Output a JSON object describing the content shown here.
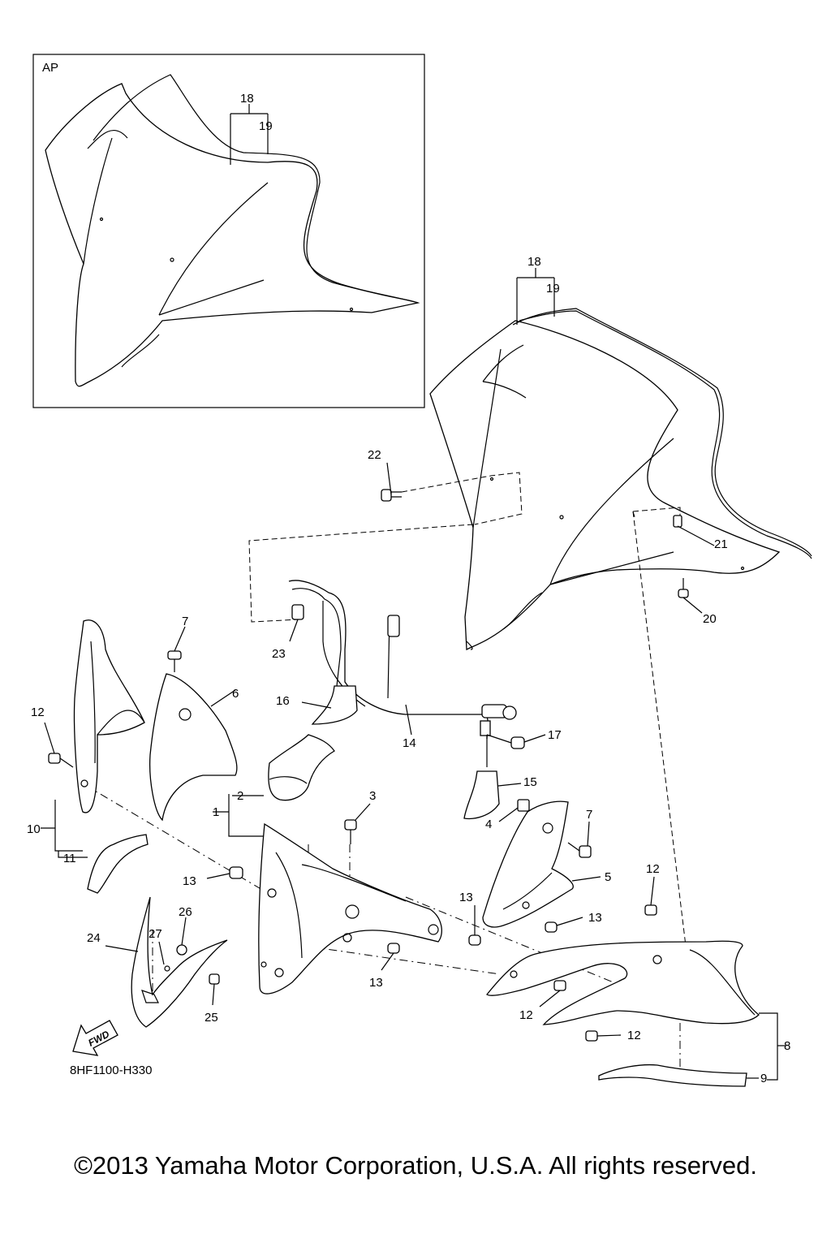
{
  "diagram": {
    "inset_label": "AP",
    "drawing_code": "8HF1100-H330",
    "fwd_label": "FWD",
    "callouts": {
      "c1": "1",
      "c2": "2",
      "c3": "3",
      "c4": "4",
      "c5": "5",
      "c6": "6",
      "c7a": "7",
      "c7b": "7",
      "c8": "8",
      "c9": "9",
      "c10": "10",
      "c11": "11",
      "c12a": "12",
      "c12b": "12",
      "c12c": "12",
      "c12d": "12",
      "c13a": "13",
      "c13b": "13",
      "c13c": "13",
      "c13d": "13",
      "c14": "14",
      "c15": "15",
      "c16": "16",
      "c17": "17",
      "c18a": "18",
      "c18b": "18",
      "c19a": "19",
      "c19b": "19",
      "c20": "20",
      "c21": "21",
      "c22": "22",
      "c23": "23",
      "c24": "24",
      "c25": "25",
      "c26": "26",
      "c27": "27"
    }
  },
  "copyright": "©2013 Yamaha Motor Corporation, U.S.A. All rights reserved."
}
